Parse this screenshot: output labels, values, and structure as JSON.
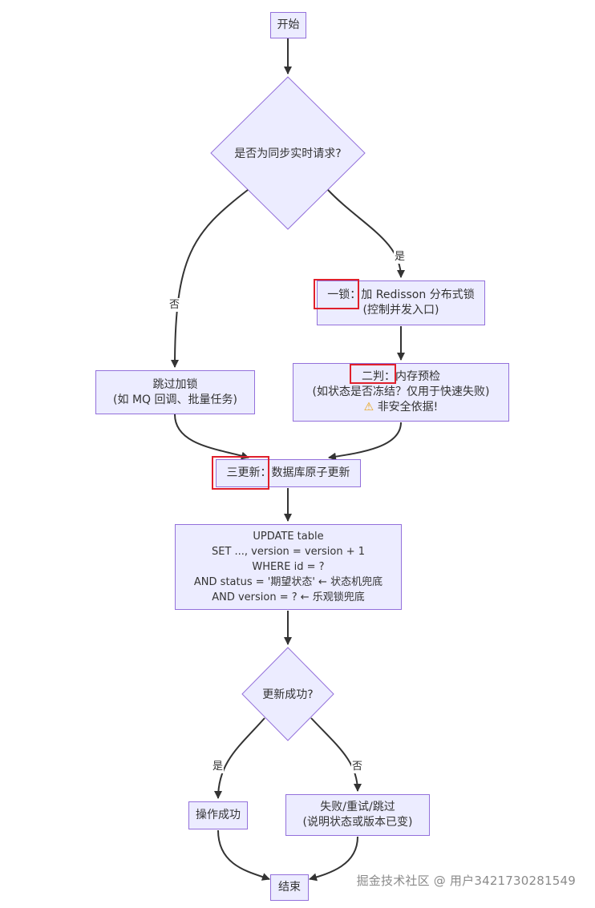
{
  "nodes": {
    "start": "开始",
    "decision_sync": "是否为同步实时请求?",
    "lock": [
      "一锁：加 Redisson 分布式锁",
      "(控制并发入口)"
    ],
    "skip_lock": [
      "跳过加锁",
      "(如 MQ 回调、批量任务)"
    ],
    "precheck": [
      "二判：内存预检",
      "(如状态是否冻结？仅用于快速失败)",
      "非安全依据!"
    ],
    "precheck_warn_icon": "⚠",
    "update": "三更新：数据库原子更新",
    "sql": [
      "UPDATE table",
      "SET ..., version = version + 1",
      "WHERE id = ?",
      "AND status = '期望状态' ← 状态机兜底",
      "AND version = ? ← 乐观锁兜底"
    ],
    "decision_success": "更新成功?",
    "success": "操作成功",
    "fail": [
      "失败/重试/跳过",
      "(说明状态或版本已变)"
    ],
    "end": "结束"
  },
  "edge_labels": {
    "sync_yes": "是",
    "sync_no": "否",
    "success_yes": "是",
    "success_no": "否"
  },
  "watermark": "掘金技术社区 @ 用户3421730281549",
  "colors": {
    "node_fill": "#ececff",
    "node_border": "#9370db",
    "edge": "#333333",
    "highlight": "#e0202c"
  }
}
